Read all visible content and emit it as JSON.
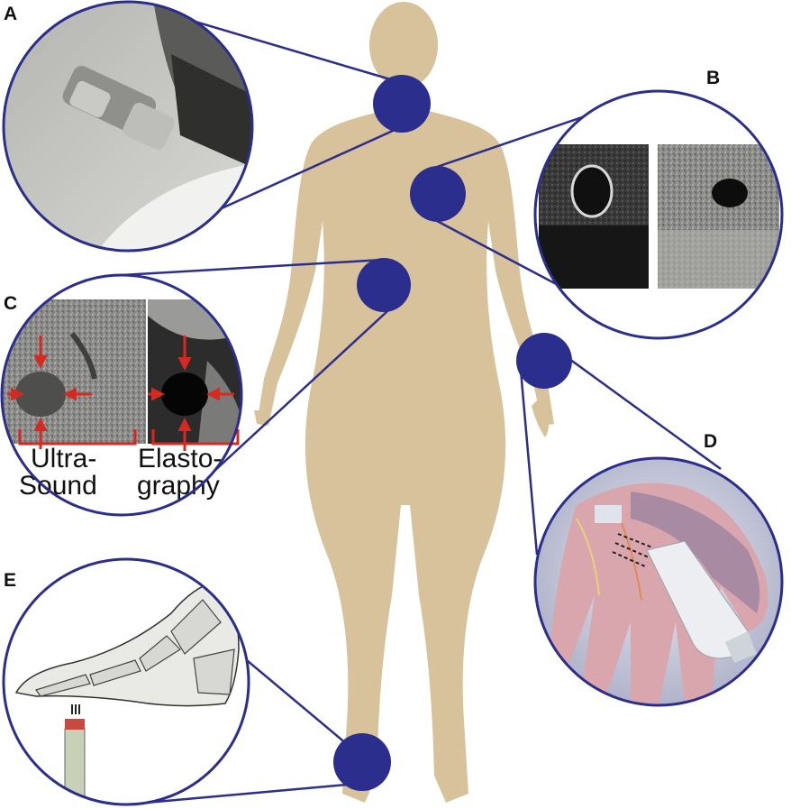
{
  "figure": {
    "panels": [
      {
        "letter": "A",
        "site": "neck"
      },
      {
        "letter": "B",
        "site": "chest"
      },
      {
        "letter": "C",
        "site": "abdomen"
      },
      {
        "letter": "D",
        "site": "hand"
      },
      {
        "letter": "E",
        "site": "foot"
      }
    ],
    "panel_c_labels": {
      "left_line1": "Ultra-",
      "left_line2": "Sound",
      "right_line1": "Elasto-",
      "right_line2": "graphy"
    }
  },
  "colors": {
    "body": "#d8c29b",
    "marker": "#2b2e8c",
    "outline": "#2b2e8c",
    "arrow_red": "#d42a22"
  }
}
